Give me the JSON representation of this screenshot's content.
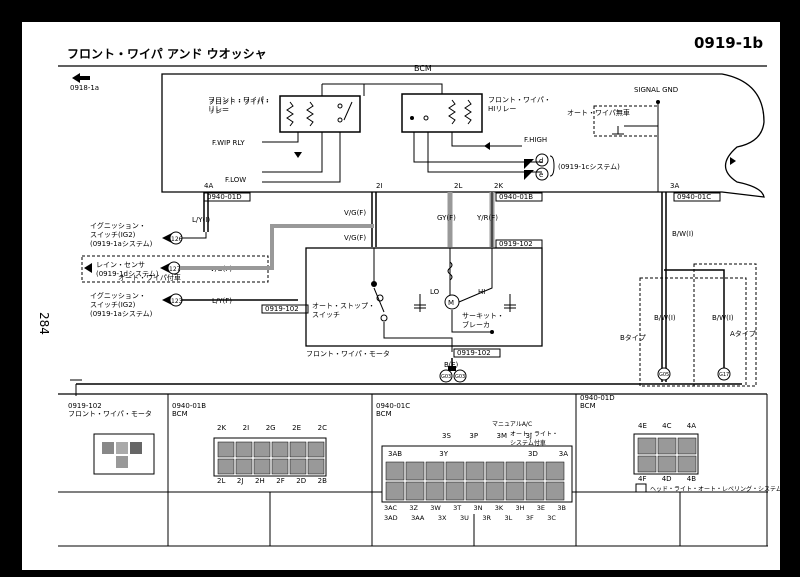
{
  "header": {
    "title": "フロント・ワイパ アンド ウオッシャ",
    "page_code": "0919-1b",
    "prev_ref": "0918-1a"
  },
  "side_page_number": "284",
  "bcm": {
    "label": "BCM",
    "front_wiper_relay": "フロント・ワイパ・\nリレー",
    "hi_relay": "フロント・ワイパ・\nHIリレー",
    "fwip_rly": "F.WIP RLY",
    "flow": "F.LOW",
    "fhigh": "F.HIGH",
    "no_auto": "オート・ワイパ無車",
    "system_ref": "(0919-1cシステム)",
    "ref_d": "d",
    "ref_e": "e"
  },
  "signal_gnd": "SIGNAL GND",
  "pins": {
    "p4a": "4A",
    "p2i": "2I",
    "p2l": "2L",
    "p2k": "2K",
    "p3a": "3A"
  },
  "connectors": {
    "c01d": "0940-01D",
    "c01b": "0940-01B",
    "c01c": "0940-01C",
    "c102a": "0919-102",
    "c102b": "0919-102",
    "c102c": "0919-102"
  },
  "wires": {
    "ly1": "L/Y(I)",
    "vg1": "V/G(F)",
    "vg2": "V/G(F)",
    "gy": "GY(F)",
    "yr": "Y/R(F)",
    "bw1": "B/W(I)",
    "bw2": "B/W(I)",
    "bw3": "B/W(I)",
    "vg3": "V/G(F)",
    "ly2": "L/Y(F)",
    "bf": "B(F)"
  },
  "inputs": {
    "ign1": "イグニッション・\nスイッチ(IG2)\n(0919-1aシステム)",
    "rain": "レイン・センサ\n(0919-1dシステム)",
    "auto_note": "オート・ワイパ付車",
    "ign2": "イグニッション・\nスイッチ(IG2)\n(0919-1aシステム)",
    "n126": "126",
    "n127": "127",
    "n123": "123"
  },
  "motor": {
    "label": "フロント・ワイパ・モータ",
    "auto_stop": "オート・ストップ・\nスイッチ",
    "breaker": "サーキット・\nブレーカ",
    "lo": "LO",
    "hi": "HI",
    "m": "M"
  },
  "types": {
    "b": "Bタイプ",
    "a": "Aタイプ"
  },
  "grounds": {
    "g03": "G03",
    "g03b": "G03",
    "g05": "G05",
    "g17": "G17"
  },
  "bottom": {
    "p1_code": "0919-102",
    "p1_name": "フロント・ワイパ・モータ",
    "p2_code": "0940-01B",
    "p2_name": "BCM",
    "p2_top": [
      "2K",
      "2I",
      "2G",
      "2E",
      "2C"
    ],
    "p2_bot": [
      "2L",
      "2J",
      "2H",
      "2F",
      "2D",
      "2B"
    ],
    "p3_code": "0940-01C",
    "p3_name": "BCM",
    "p3_note1": "マニュアルA/C",
    "p3_note2": "オート・ライト・\nシステム付車",
    "p3_top": [
      "3S",
      "3P",
      "3M",
      "3J"
    ],
    "p3_mid_l": [
      "3AB",
      "3Y"
    ],
    "p3_mid_r": [
      "3D",
      "3A"
    ],
    "p3_bot1": [
      "3AC",
      "3Z",
      "3W",
      "3T",
      "3N",
      "3K",
      "3H",
      "3E",
      "3B"
    ],
    "p3_bot2": [
      "3AD",
      "3AA",
      "3X",
      "3U",
      "3R",
      "3L",
      "3F",
      "3C"
    ],
    "p4_code": "0940-01D",
    "p4_name": "BCM",
    "p4_top": [
      "4E",
      "4C",
      "4A"
    ],
    "p4_bot": [
      "4F",
      "4D",
      "4B"
    ],
    "p4_note": "ヘッド・ライト・オート・レベリング・システム付車"
  }
}
